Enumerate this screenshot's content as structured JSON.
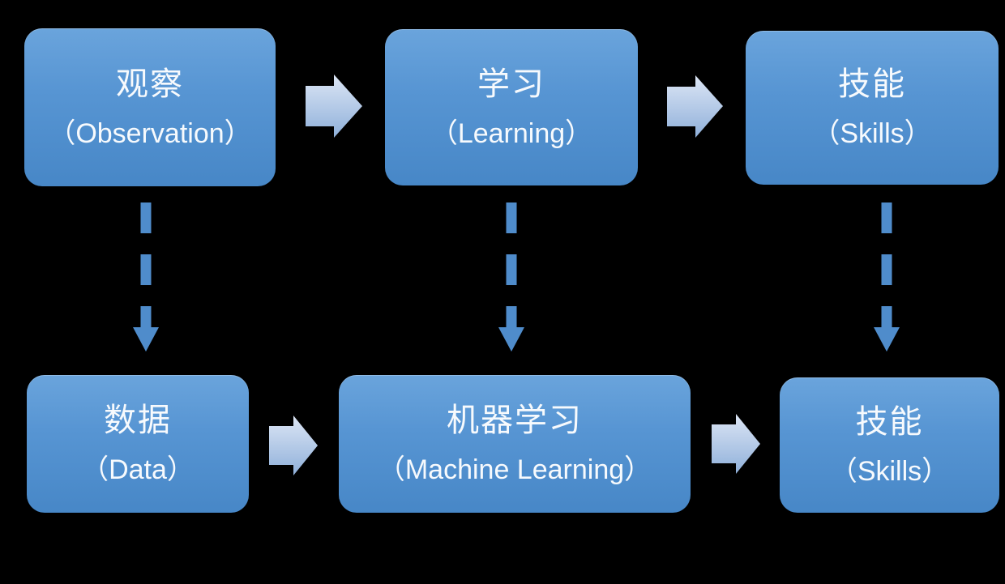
{
  "app": {
    "background": "#000000",
    "description": "Flow diagram comparing human learning (observation to skills) with machine learning (data to skills)"
  },
  "palette": {
    "box_gradient_top": "#6aa4dc",
    "box_gradient_mid": "#5795d3",
    "box_gradient_bottom": "#4787c7",
    "box_text": "#f7fafd",
    "flow_arrow_gradient_top": "#dde6f5",
    "flow_arrow_gradient_bottom": "#8fb0da",
    "dashed_arrow": "#4f8ccb"
  },
  "rows": {
    "top": [
      {
        "id": "observation",
        "zh": "观察",
        "en": "（Observation）"
      },
      {
        "id": "learning",
        "zh": "学习",
        "en": "（Learning）"
      },
      {
        "id": "skills_top",
        "zh": "技能",
        "en": "（Skills）"
      }
    ],
    "bottom": [
      {
        "id": "data",
        "zh": "数据",
        "en": "（Data）"
      },
      {
        "id": "machine_learning",
        "zh": "机器学习",
        "en": "（Machine Learning）"
      },
      {
        "id": "skills_bottom",
        "zh": "技能",
        "en": "（Skills）"
      }
    ]
  },
  "edges": [
    {
      "from": "observation",
      "to": "learning",
      "type": "solid-block-arrow-right"
    },
    {
      "from": "learning",
      "to": "skills_top",
      "type": "solid-block-arrow-right"
    },
    {
      "from": "data",
      "to": "machine_learning",
      "type": "solid-block-arrow-right"
    },
    {
      "from": "machine_learning",
      "to": "skills_bottom",
      "type": "solid-block-arrow-right"
    },
    {
      "from": "observation",
      "to": "data",
      "type": "dashed-arrow-down"
    },
    {
      "from": "learning",
      "to": "machine_learning",
      "type": "dashed-arrow-down"
    },
    {
      "from": "skills_top",
      "to": "skills_bottom",
      "type": "dashed-arrow-down"
    }
  ]
}
